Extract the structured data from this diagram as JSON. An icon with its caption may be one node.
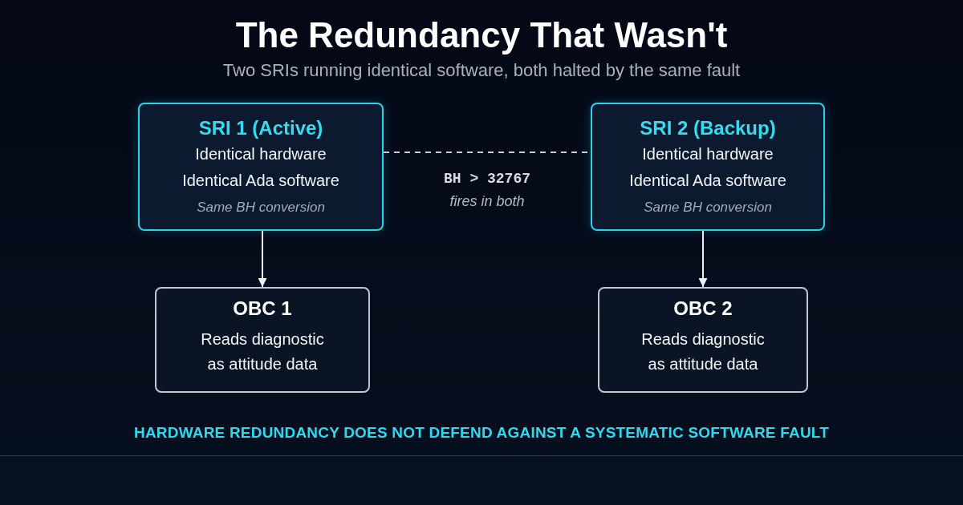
{
  "diagram": {
    "title": "The Redundancy That Wasn't",
    "nodes": [
      {
        "text": [
          "SRI 1 (Active)",
          "Identical hardware",
          "Identical Ada software",
          "Same BH conversion"
        ]
      },
      {
        "text": [
          "SRI 2 (Backup)",
          "Identical hardware",
          "Identical Ada software",
          "Same BH conversion"
        ]
      },
      {
        "text": [
          "OBC 1",
          "Reads diagnostic as attitude data"
        ]
      },
      {
        "text": [
          "OBC 2",
          "Reads diagnostic as attitude data"
        ]
      }
    ],
    "edges": [
      {
        "from": 0,
        "to": 1,
        "arrow": "none",
        "style": "dashed",
        "color": "#c8ccd4",
        "label": "BH > 32767"
      },
      {
        "from": 0,
        "to": 2,
        "arrow": "to"
      },
      {
        "from": 1,
        "to": 3,
        "arrow": "to"
      }
    ],
    "labels": [
      "Two SRIs running identical software, both halted by the same fault",
      "fires in both",
      "HARDWARE REDUNDANCY DOES NOT DEFEND AGAINST A SYSTEMATIC SOFTWARE FAULT"
    ]
  }
}
